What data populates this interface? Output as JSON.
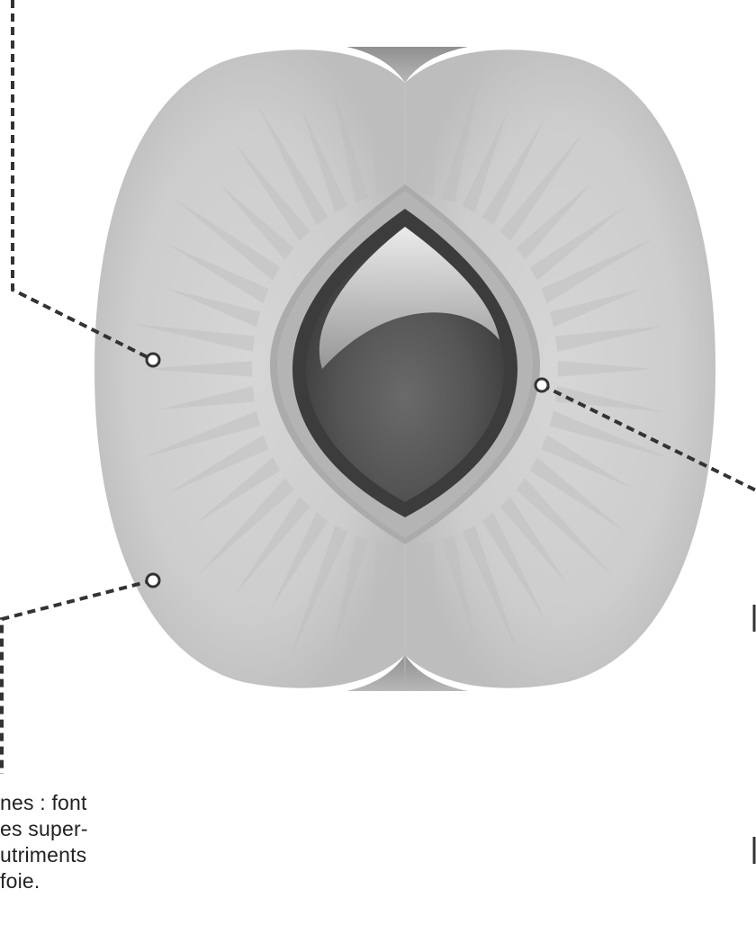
{
  "caption": {
    "lines": [
      "nes : font",
      "es super-",
      "utriments",
      "foie."
    ]
  },
  "colors": {
    "background": "#ffffff",
    "outer_body": "#cbcbcb",
    "ray": "#bdbdbd",
    "inner_ring": "#a9a9a9",
    "dark_rim": "#3c3c3c",
    "core": "#5a5a5a",
    "leader_line": "#333333"
  },
  "icons": {
    "callout_marker": "circle-outline",
    "leader_line": "dashed-line"
  }
}
